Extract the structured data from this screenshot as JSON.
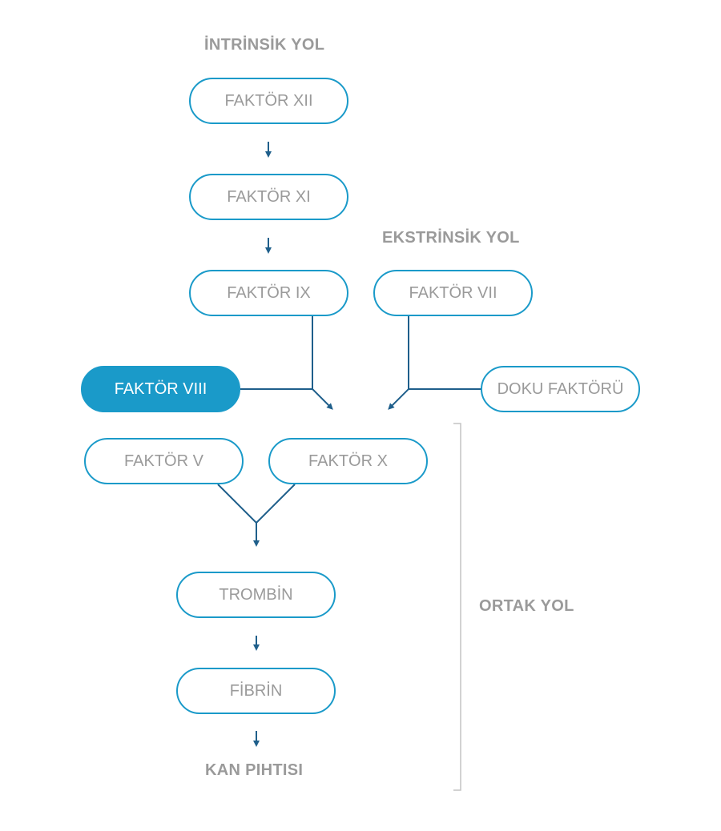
{
  "labels": {
    "intrinsic": "İNTRİNSİK YOL",
    "extrinsic": "EKSTRİNSİK YOL",
    "common": "ORTAK YOL",
    "clot": "KAN PIHTISI"
  },
  "nodes": {
    "f12": "FAKTÖR XII",
    "f11": "FAKTÖR XI",
    "f9": "FAKTÖR IX",
    "f7": "FAKTÖR VII",
    "f8": "FAKTÖR VIII",
    "tissue": "DOKU FAKTÖRÜ",
    "f5": "FAKTÖR V",
    "f10": "FAKTÖR X",
    "thrombin": "TROMBİN",
    "fibrin": "FİBRİN"
  },
  "colors": {
    "border": "#1a9ac9",
    "arrow": "#1f5f8b",
    "text": "#9a9a9a",
    "highlight": "#1a9ac9"
  }
}
